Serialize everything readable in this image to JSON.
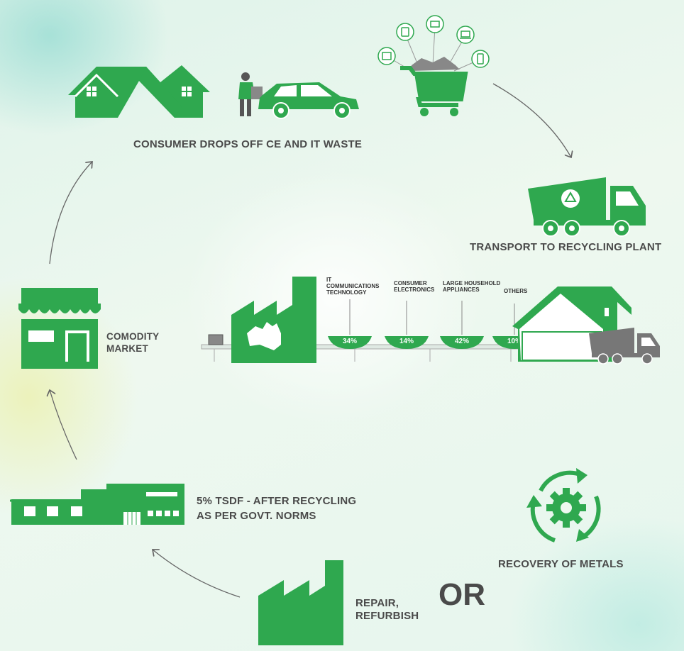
{
  "steps": {
    "consumer": "CONSUMER DROPS OFF CE AND IT WASTE",
    "transport": "TRANSPORT TO RECYCLING PLANT",
    "market_line1": "COMODITY",
    "market_line2": "MARKET",
    "tsdf_line1": "5% TSDF - AFTER RECYCLING",
    "tsdf_line2": "AS PER GOVT. NORMS",
    "recovery": "RECOVERY OF METALS",
    "repair_line1": "REPAIR,",
    "repair_line2": "REFURBISH",
    "or": "OR"
  },
  "categories": [
    {
      "line1": "IT",
      "line2": "COMMUNICATIONS",
      "line3": "TECHNOLOGY",
      "percent": "34%"
    },
    {
      "line1": "CONSUMER",
      "line2": "ELECTRONICS",
      "line3": "",
      "percent": "14%"
    },
    {
      "line1": "LARGE HOUSEHOLD",
      "line2": "APPLIANCES",
      "line3": "",
      "percent": "42%"
    },
    {
      "line1": "OTHERS",
      "line2": "",
      "line3": "",
      "percent": "10%"
    }
  ],
  "colors": {
    "green": "#2fa84f",
    "grey": "#777777",
    "text": "#4a4a4a"
  },
  "icons": [
    "house-icon",
    "car-icon",
    "person-icon",
    "shopping-cart-icon",
    "device-bubble-icon",
    "truck-icon",
    "recycle-icon",
    "factory-icon",
    "australia-map-icon",
    "conveyor-icon",
    "warehouse-icon",
    "store-icon",
    "building-icon",
    "gear-icon",
    "cycle-arrows-icon",
    "arrow-icon"
  ]
}
